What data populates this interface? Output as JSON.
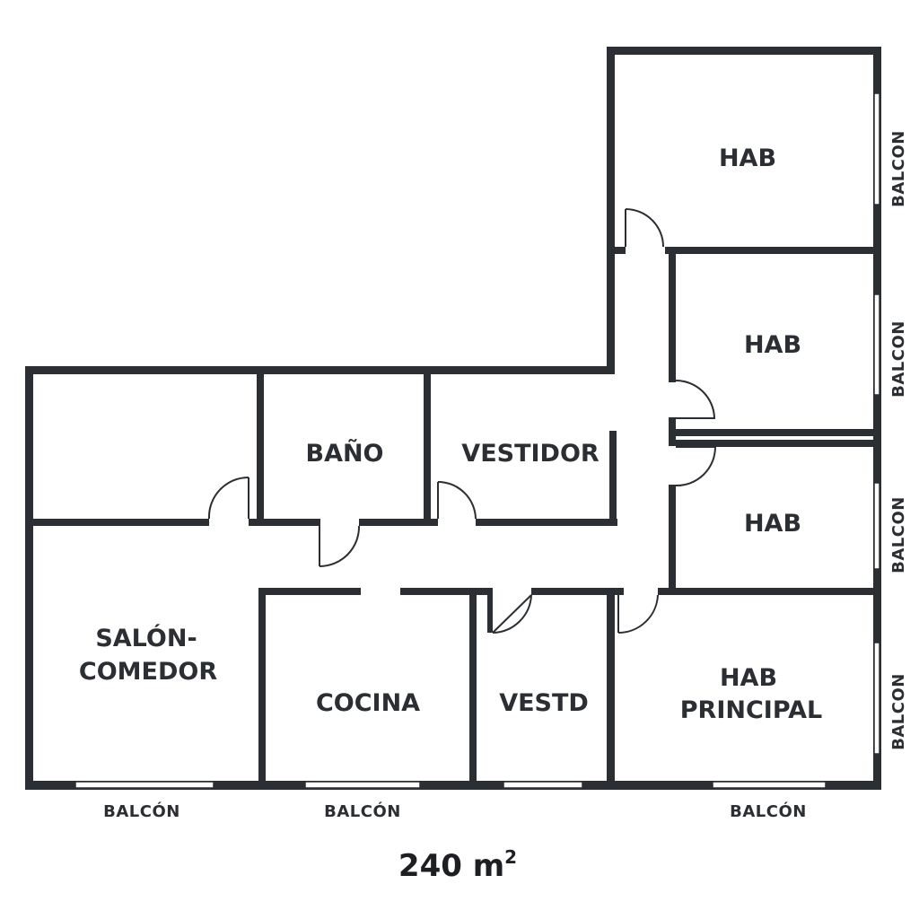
{
  "colors": {
    "wall": "#2b2e32",
    "background": "#ffffff"
  },
  "rooms": {
    "hab_1": "HAB",
    "hab_2": "HAB",
    "hab_3": "HAB",
    "bano": "BAÑO",
    "vestidor": "VESTIDOR",
    "salon_line1": "SALÓN-",
    "salon_line2": "COMEDOR",
    "cocina": "COCINA",
    "vestd": "VESTD",
    "hab_principal_line1": "HAB",
    "hab_principal_line2": "PRINCIPAL"
  },
  "balconies": {
    "bottom_1": "BALCÓN",
    "bottom_2": "BALCÓN",
    "bottom_3": "BALCÓN",
    "side_1": "BALCON",
    "side_2": "BALCON",
    "side_3": "BALCON",
    "side_4": "BALCON"
  },
  "area": {
    "value": "240 m",
    "superscript": "2"
  }
}
